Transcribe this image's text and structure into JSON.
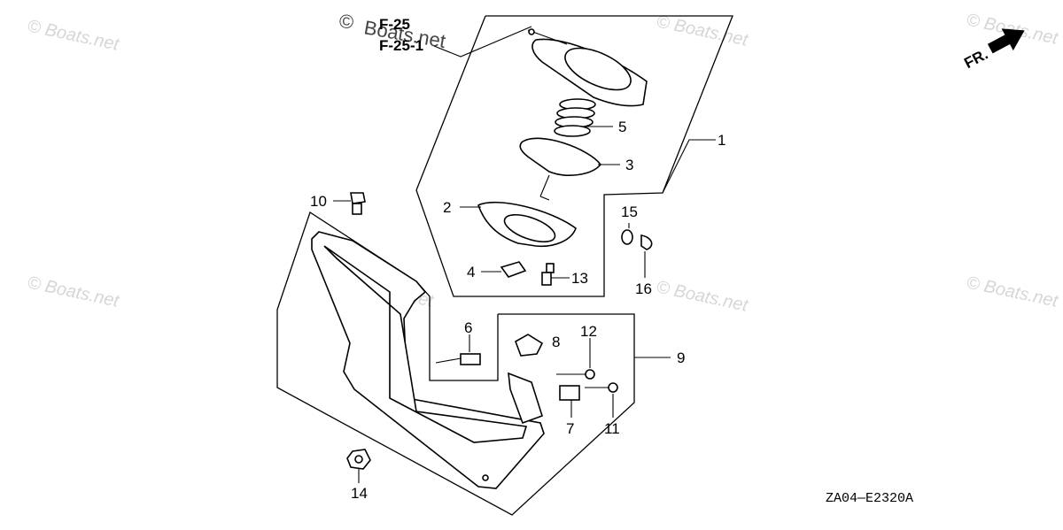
{
  "watermark": {
    "text": "© Boats.net",
    "copyright_symbol": "©",
    "overlap_text": "Boats.net"
  },
  "references": [
    {
      "id": "ref-f25-a",
      "label": "F-25"
    },
    {
      "id": "ref-f25-b",
      "label": "F-25-1"
    }
  ],
  "orientation": {
    "label": "FR."
  },
  "callouts": [
    {
      "label": "1"
    },
    {
      "label": "2"
    },
    {
      "label": "3"
    },
    {
      "label": "4"
    },
    {
      "label": "5"
    },
    {
      "label": "6"
    },
    {
      "label": "7"
    },
    {
      "label": "8"
    },
    {
      "label": "9"
    },
    {
      "label": "10"
    },
    {
      "label": "11"
    },
    {
      "label": "12"
    },
    {
      "label": "13"
    },
    {
      "label": "14"
    },
    {
      "label": "15"
    },
    {
      "label": "16"
    }
  ],
  "diagram_code": "ZA04—E2320A",
  "colors": {
    "line": "#000000",
    "watermark": "#d6d6d6",
    "background": "#ffffff"
  }
}
